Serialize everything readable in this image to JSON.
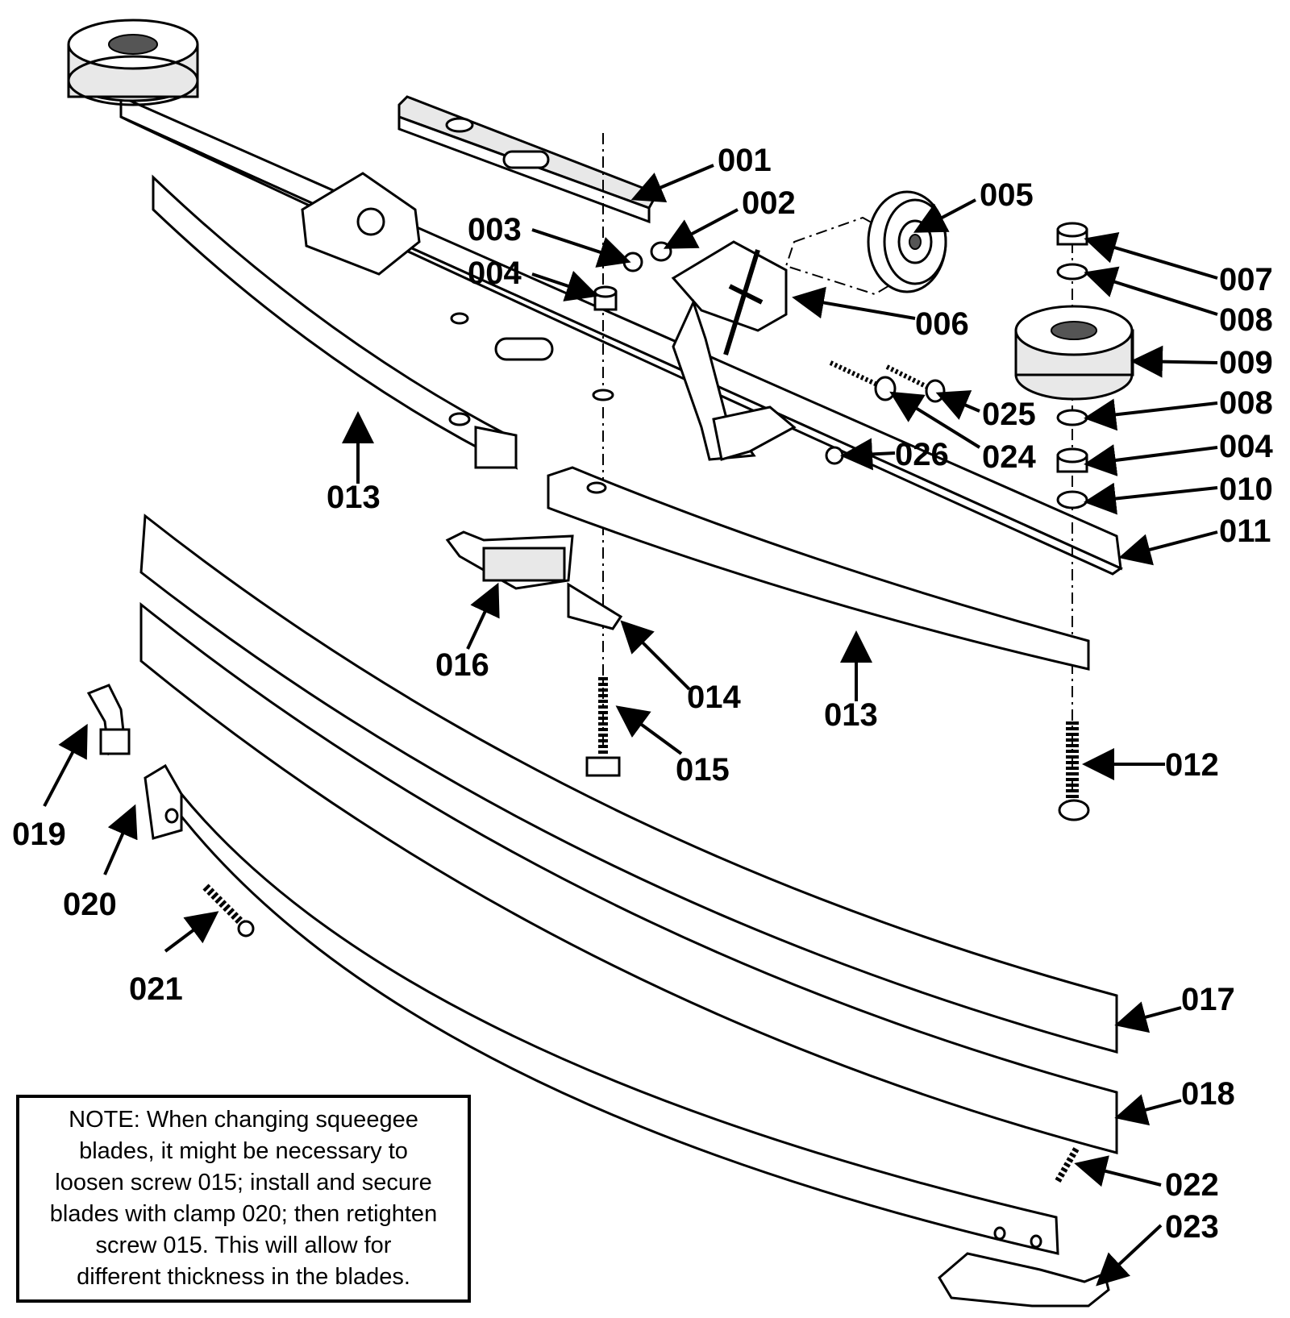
{
  "callouts": {
    "c001": "001",
    "c002": "002",
    "c003": "003",
    "c004a": "004",
    "c005": "005",
    "c006": "006",
    "c007": "007",
    "c008a": "008",
    "c009": "009",
    "c025": "025",
    "c008b": "008",
    "c024": "024",
    "c026": "026",
    "c004b": "004",
    "c013a": "013",
    "c010": "010",
    "c011": "011",
    "c016": "016",
    "c014": "014",
    "c013b": "013",
    "c015": "015",
    "c012": "012",
    "c019": "019",
    "c020": "020",
    "c021": "021",
    "c017": "017",
    "c018": "018",
    "c022": "022",
    "c023": "023"
  },
  "note": {
    "lines": [
      "NOTE: When changing squeegee",
      "blades, it might be necessary to",
      "loosen screw 015; install and secure",
      "blades with clamp 020; then retighten",
      "screw 015.  This will allow for",
      "different thickness in the blades."
    ]
  }
}
